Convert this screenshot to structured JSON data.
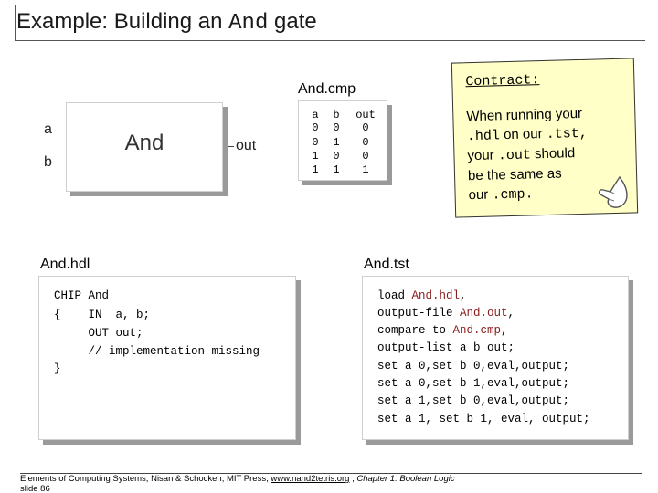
{
  "slide": {
    "title_prefix": "Example: Building an",
    "title_code": "And",
    "title_suffix": "gate"
  },
  "gate": {
    "name": "And",
    "input_a": "a",
    "input_b": "b",
    "output": "out"
  },
  "cmp_file": {
    "label": "And.cmp",
    "headers": [
      "a",
      "b",
      "out"
    ],
    "rows": [
      [
        "0",
        "0",
        "0"
      ],
      [
        "0",
        "1",
        "0"
      ],
      [
        "1",
        "0",
        "0"
      ],
      [
        "1",
        "1",
        "1"
      ]
    ]
  },
  "contract": {
    "title": "Contract:",
    "line1": "When running your",
    "line2_code": ".hdl",
    "line2_text": "on our",
    "line2_code2": ".tst,",
    "line3_text": "your",
    "line3_code": ".out",
    "line3_text2": "should",
    "line4": "be the same as",
    "line5_text": "our",
    "line5_code": ".cmp."
  },
  "hdl_file": {
    "label": "And.hdl",
    "lines": [
      "CHIP And",
      "{    IN  a, b;",
      "     OUT out;",
      "     // implementation missing",
      "}"
    ]
  },
  "tst_file": {
    "label": "And.tst",
    "l1_a": "load ",
    "l1_b": "And.hdl",
    "l1_c": ",",
    "l2_a": "output-file ",
    "l2_b": "And.out",
    "l2_c": ",",
    "l3_a": "compare-to ",
    "l3_b": "And.cmp",
    "l3_c": ",",
    "l4": "output-list a b out;",
    "l5": "set a 0,set b 0,eval,output;",
    "l6": "set a 0,set b 1,eval,output;",
    "l7": "set a 1,set b 0,eval,output;",
    "l8": "set a 1, set b 1, eval, output;"
  },
  "footer": {
    "text1": "Elements of Computing Systems, Nisan & Schocken, MIT Press, ",
    "link": "www.nand2tetris.org",
    "text2": " , ",
    "chapter": "Chapter 1: Boolean Logic",
    "slide_no": "slide 86"
  }
}
